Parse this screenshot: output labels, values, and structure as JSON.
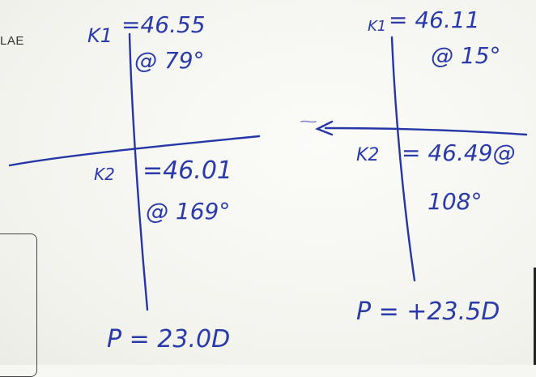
{
  "print": {
    "margin_text": "LAE"
  },
  "left_reading": {
    "k1_label": "K1",
    "k1_value": "=46.55",
    "k1_axis": "@ 79°",
    "k2_label": "K2",
    "k2_value": "=46.01",
    "k2_axis": "@ 169°",
    "power": "P = 23.0D"
  },
  "right_reading": {
    "k1_label": "K1",
    "k1_value": "= 46.11",
    "k1_axis": "@ 15°",
    "k2_label": "K2",
    "k2_value": "= 46.49@",
    "k2_axis": "108°",
    "power": "P = +23.5D"
  },
  "colors": {
    "ink": "#2536a6",
    "paper": "#f6f6f2"
  }
}
